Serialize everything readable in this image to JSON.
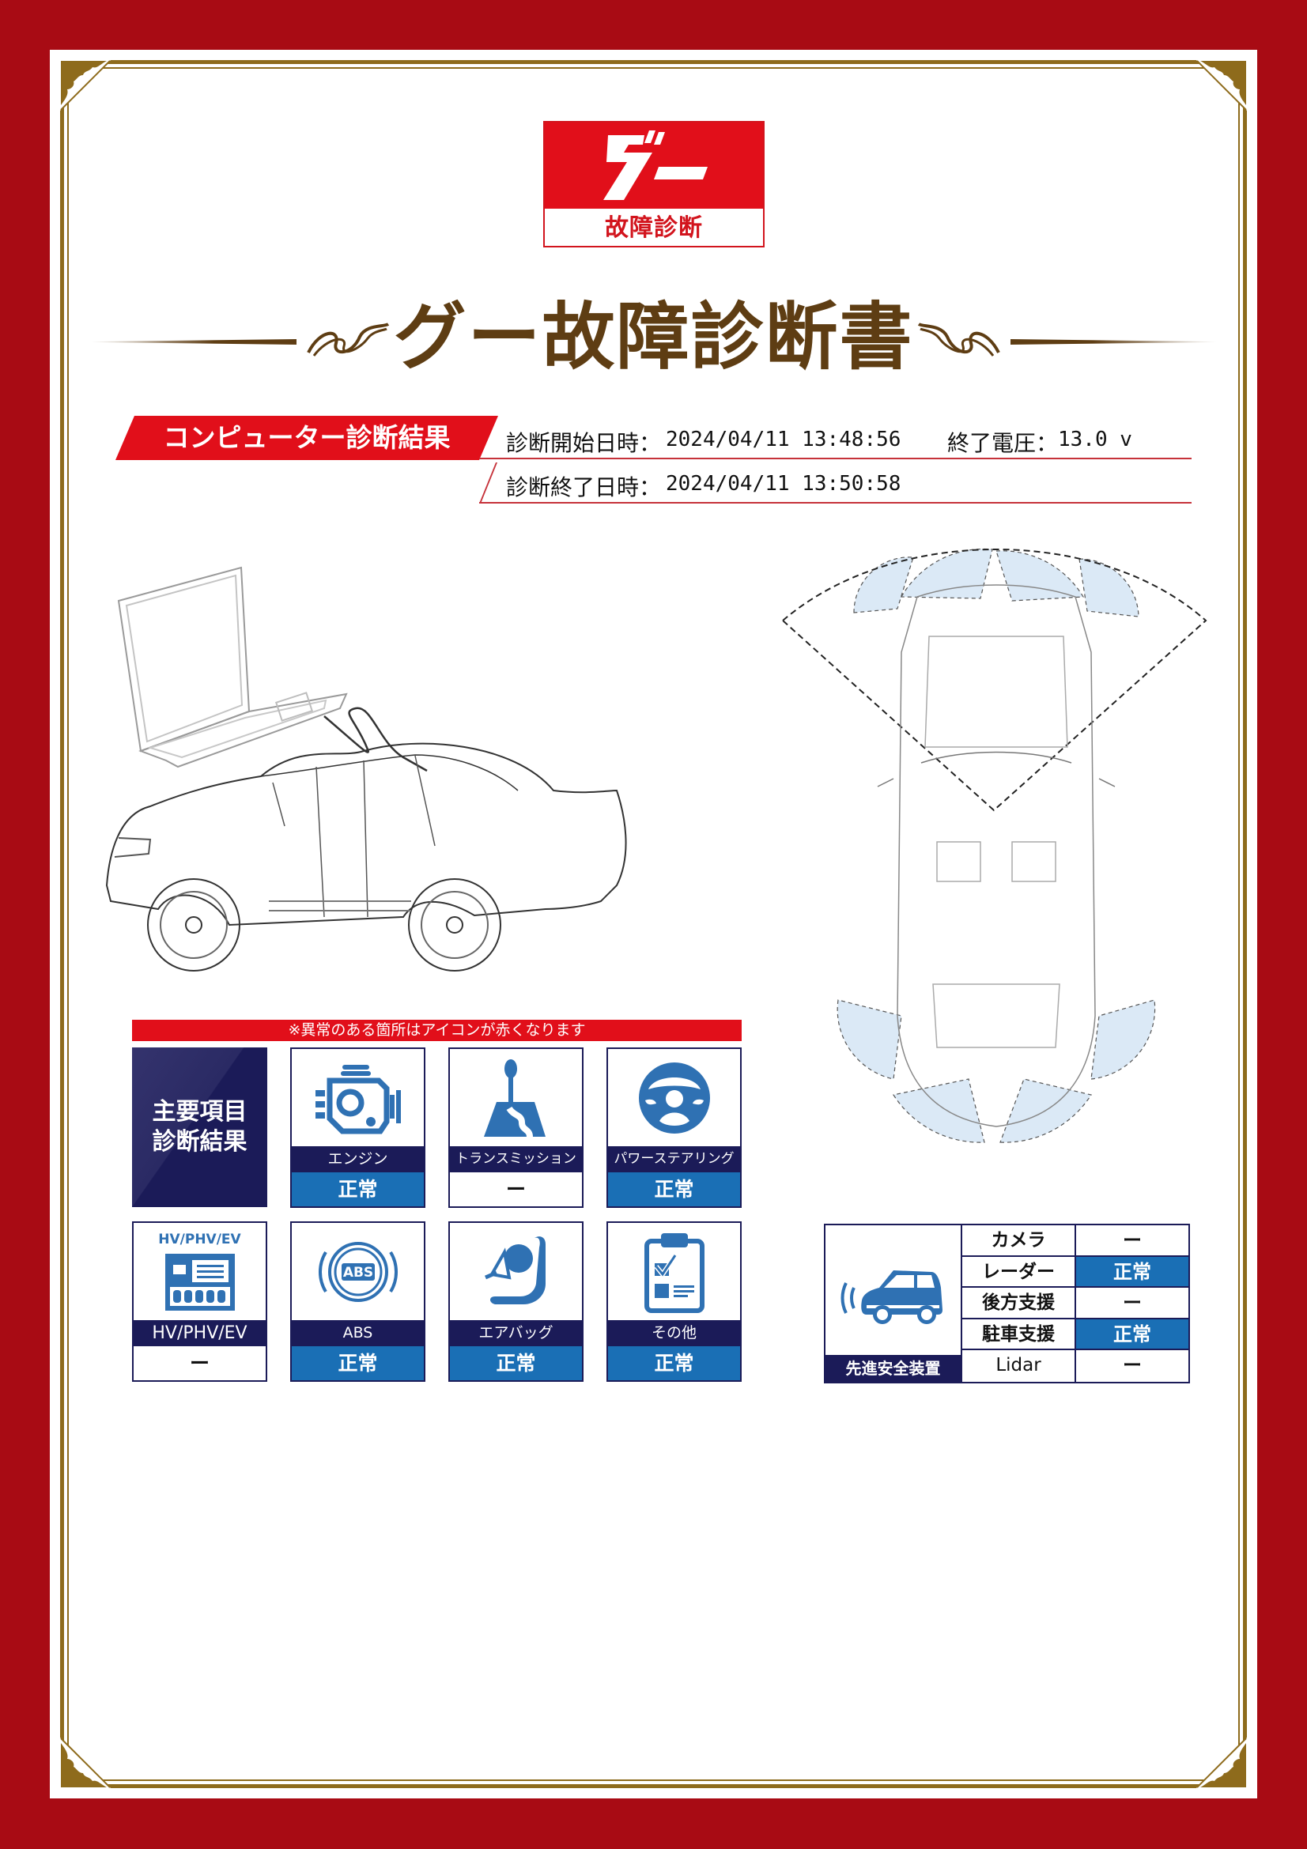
{
  "logo": {
    "mark": "グー",
    "subtitle": "故障診断"
  },
  "title": "グー故障診断書",
  "header": {
    "section_badge": "コンピューター診断結果",
    "start_label": "診断開始日時：",
    "start_value": "2024/04/11 13:48:56",
    "voltage_label": "終了電圧：",
    "voltage_value": "13.0 v",
    "end_label": "診断終了日時：",
    "end_value": "2024/04/11 13:50:58"
  },
  "notice": "※異常のある箇所はアイコンが赤くなります",
  "main_results": {
    "heading_line1": "主要項目",
    "heading_line2": "診断結果",
    "items": [
      {
        "label": "エンジン",
        "status": "正常",
        "icon": "engine-icon"
      },
      {
        "label": "トランスミッション",
        "status": "ー",
        "icon": "gear-shift-icon"
      },
      {
        "label": "パワーステアリング",
        "status": "正常",
        "icon": "steering-wheel-icon"
      },
      {
        "label": "HV/PHV/EV",
        "status": "ー",
        "icon": "battery-icon",
        "icon_caption": "HV/PHV/EV"
      },
      {
        "label": "ABS",
        "status": "正常",
        "icon": "abs-icon",
        "icon_caption": "ABS"
      },
      {
        "label": "エアバッグ",
        "status": "正常",
        "icon": "airbag-icon"
      },
      {
        "label": "その他",
        "status": "正常",
        "icon": "checklist-icon"
      }
    ]
  },
  "adas": {
    "title": "先進安全装置",
    "icon": "car-sensor-icon",
    "rows": [
      {
        "label": "カメラ",
        "status": "ー"
      },
      {
        "label": "レーダー",
        "status": "正常"
      },
      {
        "label": "後方支援",
        "status": "ー"
      },
      {
        "label": "駐車支援",
        "status": "正常"
      },
      {
        "label": "Lidar",
        "status": "ー"
      }
    ]
  },
  "colors": {
    "frame_red": "#a80b14",
    "gold": "#8e6b1c",
    "brand_red": "#e10f1a",
    "title_brown": "#5e3d13",
    "navy": "#1b1b58",
    "status_blue": "#1a6fb5",
    "icon_blue": "#2f71b3",
    "sensor_fill": "#dbe9f6"
  }
}
